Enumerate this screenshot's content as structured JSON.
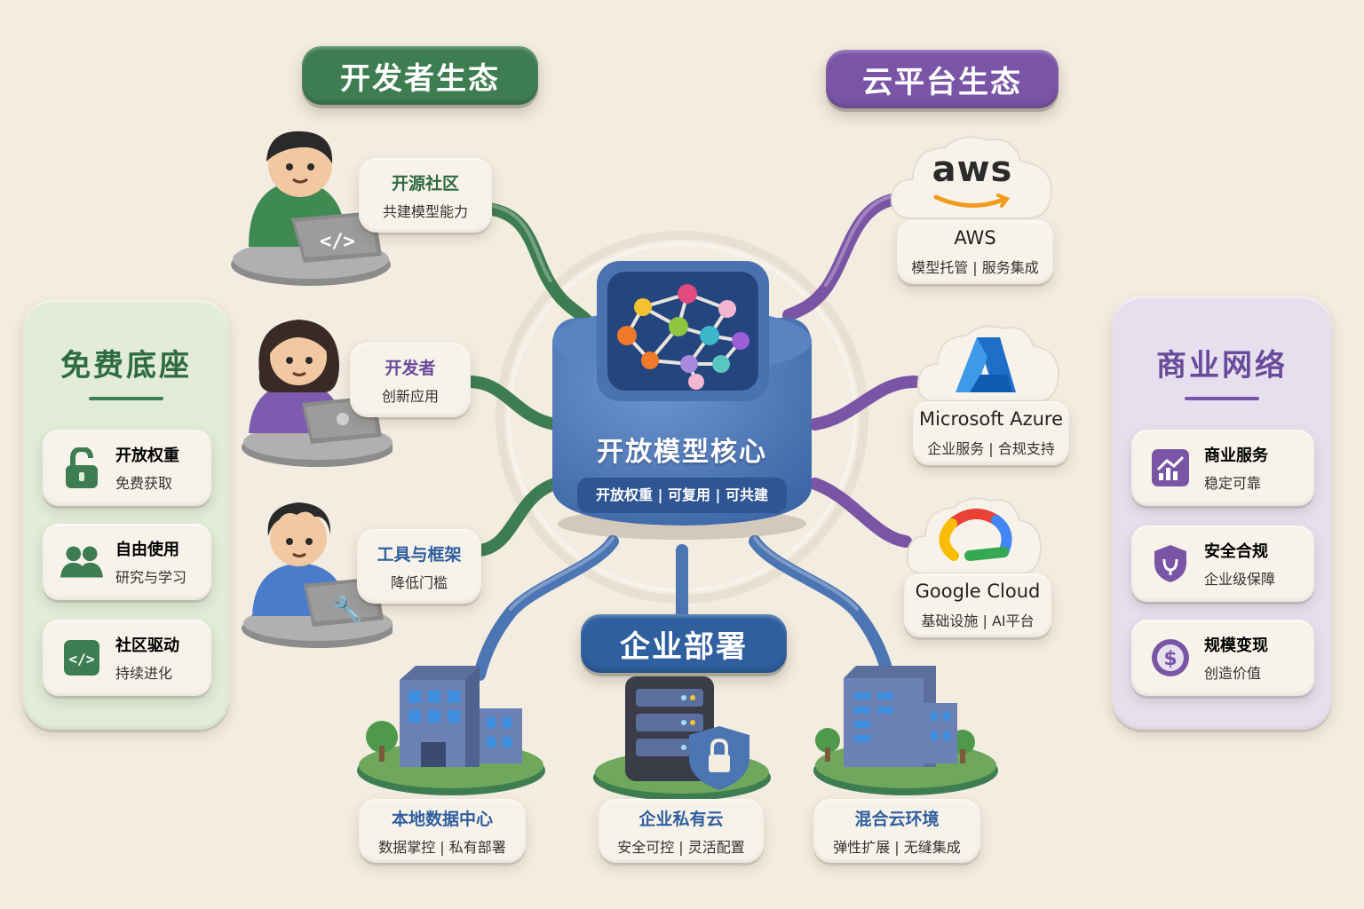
{
  "colors": {
    "background": "#f3ece0",
    "green": "#3e7d52",
    "purple": "#7a55a6",
    "blue": "#4b75b3",
    "dark_blue": "#2f5f9e"
  },
  "sections": {
    "developer": "开发者生态",
    "cloud": "云平台生态",
    "enterprise": "企业部署"
  },
  "core": {
    "title": "开放模型核心",
    "subtitle": "开放权重 | 可复用 | 可共建"
  },
  "developer_nodes": [
    {
      "title": "开源社区",
      "subtitle": "共建模型能力"
    },
    {
      "title": "开发者",
      "subtitle": "创新应用"
    },
    {
      "title": "工具与框架",
      "subtitle": "降低门槛"
    }
  ],
  "cloud_nodes": [
    {
      "title": "AWS",
      "subtitle": "模型托管 | 服务集成",
      "logo_text": "aws"
    },
    {
      "title": "Microsoft Azure",
      "subtitle": "企业服务 | 合规支持"
    },
    {
      "title": "Google Cloud",
      "subtitle": "基础设施 | AI平台"
    }
  ],
  "enterprise_nodes": [
    {
      "title": "本地数据中心",
      "subtitle": "数据掌控 | 私有部署"
    },
    {
      "title": "企业私有云",
      "subtitle": "安全可控 | 灵活配置"
    },
    {
      "title": "混合云环境",
      "subtitle": "弹性扩展 | 无缝集成"
    }
  ],
  "left_panel": {
    "title": "免费底座",
    "items": [
      {
        "title": "开放权重",
        "subtitle": "免费获取",
        "icon": "unlock-icon"
      },
      {
        "title": "自由使用",
        "subtitle": "研究与学习",
        "icon": "users-icon"
      },
      {
        "title": "社区驱动",
        "subtitle": "持续进化",
        "icon": "code-icon"
      }
    ]
  },
  "right_panel": {
    "title": "商业网络",
    "items": [
      {
        "title": "商业服务",
        "subtitle": "稳定可靠",
        "icon": "chart-icon"
      },
      {
        "title": "安全合规",
        "subtitle": "企业级保障",
        "icon": "shield-icon"
      },
      {
        "title": "规模变现",
        "subtitle": "创造价值",
        "icon": "dollar-icon"
      }
    ]
  }
}
